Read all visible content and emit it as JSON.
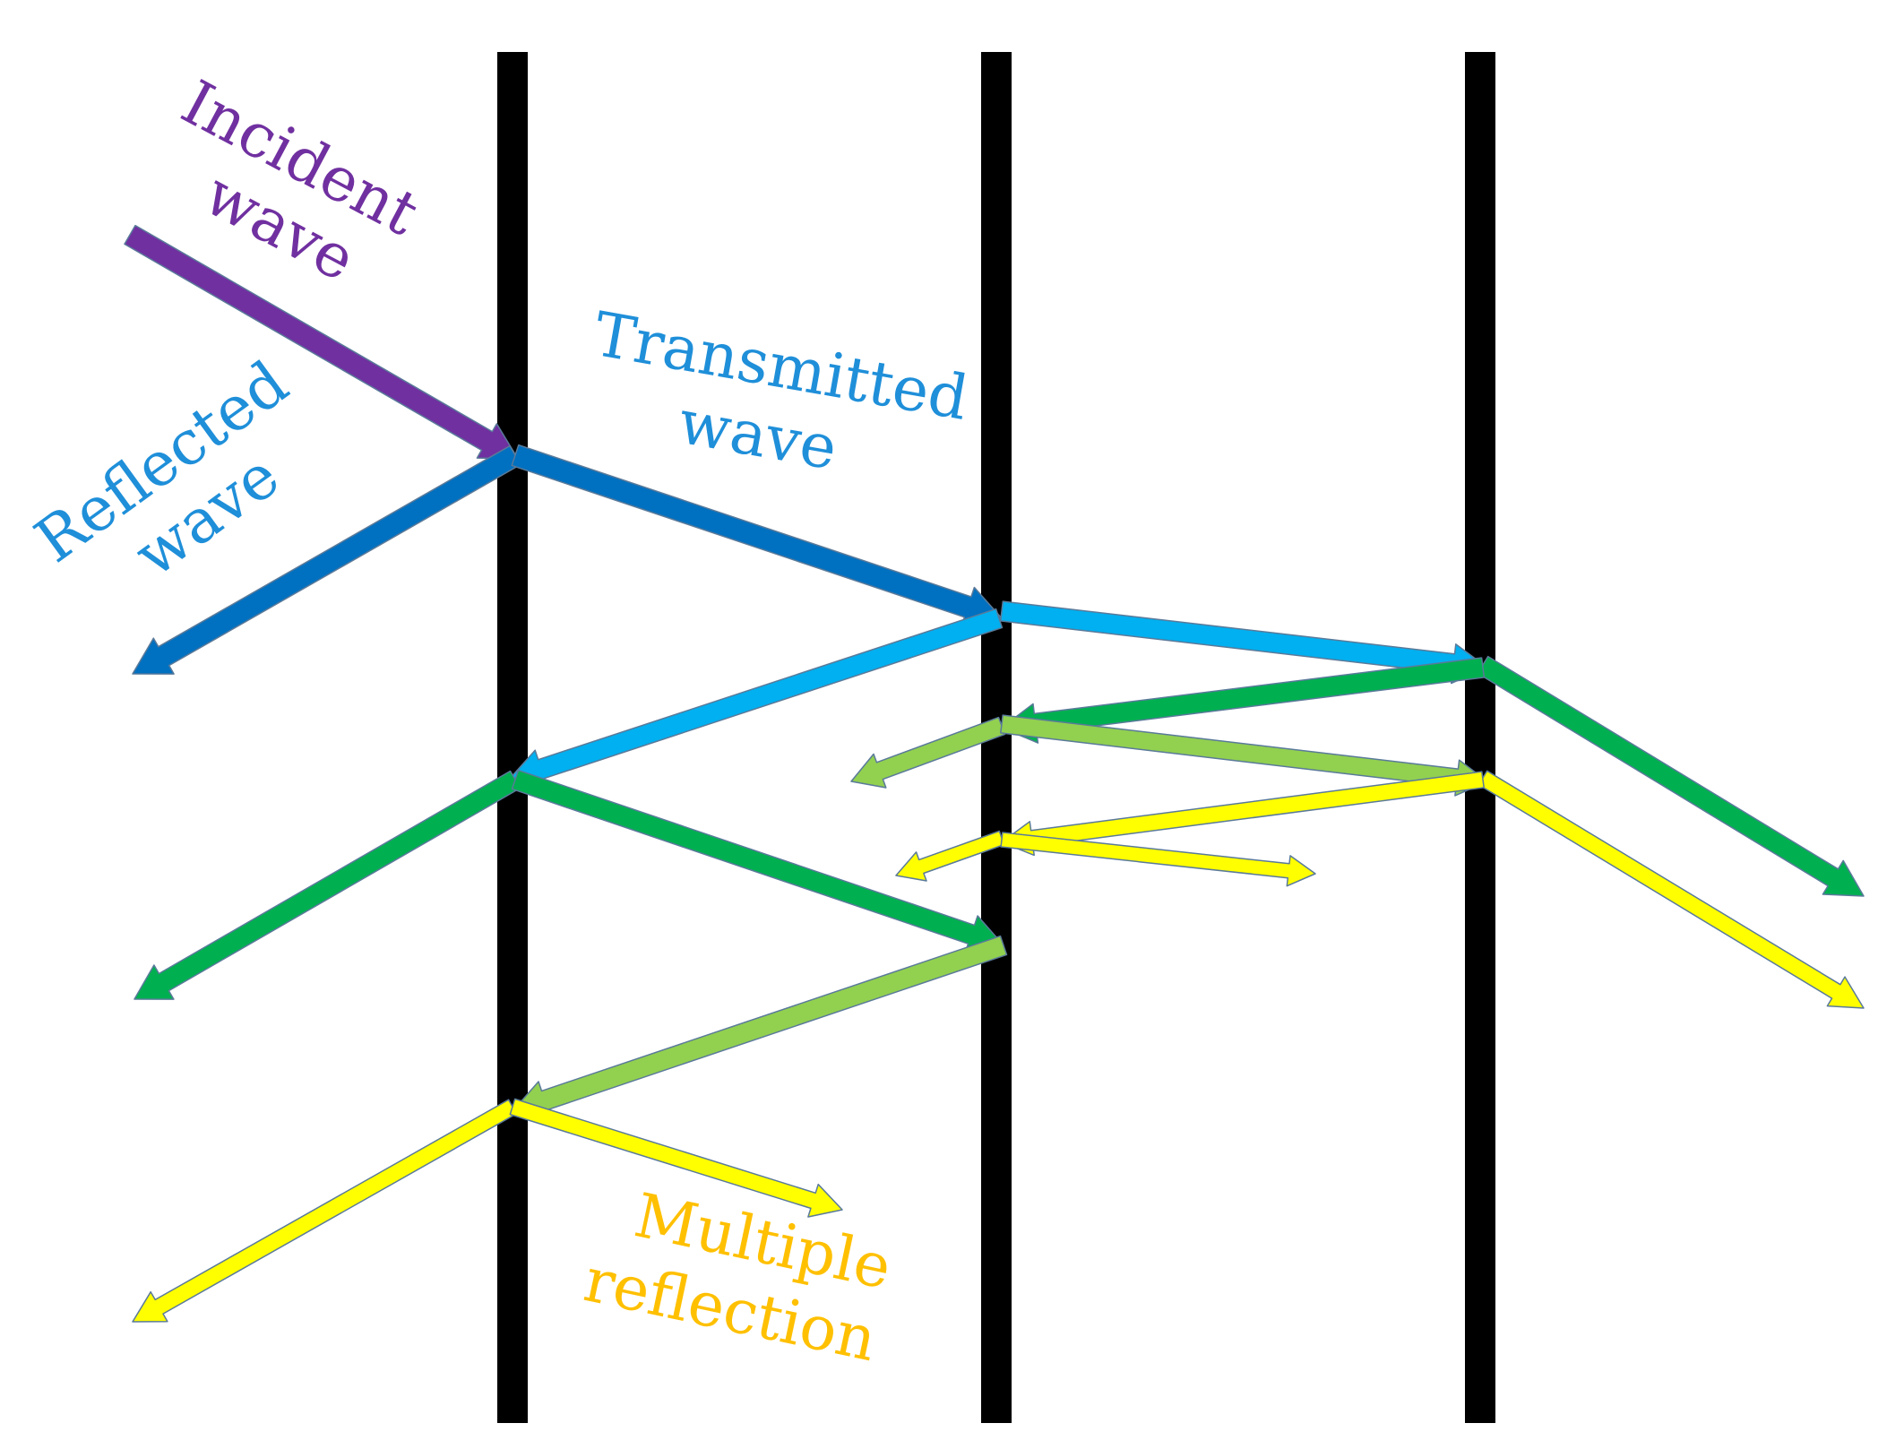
{
  "colors": {
    "barrier": "#000000",
    "incident": "#7030A0",
    "reflected": "#0070C0",
    "transmitted": "#0070C0",
    "cyan": "#00B0F0",
    "green": "#00B050",
    "light_green": "#92D050",
    "yellow": "#FFFF00",
    "multiple_label": "#FFC000",
    "label_purple": "#7030A0",
    "label_blue": "#1F8FD9",
    "outline": "#5A7A9A"
  },
  "labels": {
    "incident": [
      "Incident",
      "wave"
    ],
    "reflected": [
      "Reflected",
      "wave"
    ],
    "transmitted": [
      "Transmitted",
      "wave"
    ],
    "multiple": [
      "Multiple",
      "reflection"
    ]
  },
  "barriers": [
    "barrier-1",
    "barrier-2",
    "barrier-3"
  ],
  "arrows": [
    {
      "name": "incident-wave-arrow",
      "color": "incident",
      "head": "end"
    },
    {
      "name": "reflected-wave-arrow",
      "color": "reflected",
      "head": "end"
    },
    {
      "name": "transmitted-wave-arrow",
      "color": "transmitted",
      "head": "end"
    },
    {
      "name": "cyan-transmitted-arrow",
      "color": "cyan",
      "head": "end"
    },
    {
      "name": "cyan-reflected-arrow",
      "color": "cyan",
      "head": "end"
    },
    {
      "name": "green-transmitted-out-arrow",
      "color": "green",
      "head": "end"
    },
    {
      "name": "green-reflected-arrow",
      "color": "green",
      "head": "end"
    },
    {
      "name": "light-green-reflected-out-arrow",
      "color": "light_green",
      "head": "end"
    },
    {
      "name": "light-green-transmitted-arrow",
      "color": "light_green",
      "head": "end"
    },
    {
      "name": "yellow-transmitted-out-arrow",
      "color": "yellow",
      "head": "end"
    },
    {
      "name": "yellow-reflected-arrow",
      "color": "yellow",
      "head": "end"
    },
    {
      "name": "yellow-short-reflected-arrow",
      "color": "yellow",
      "head": "end"
    },
    {
      "name": "yellow-short-transmitted-arrow",
      "color": "yellow",
      "head": "end"
    },
    {
      "name": "green-left-out-arrow",
      "color": "green",
      "head": "end"
    },
    {
      "name": "green-transmitted-arrow",
      "color": "green",
      "head": "end"
    },
    {
      "name": "light-green-reflected-arrow",
      "color": "light_green",
      "head": "end"
    },
    {
      "name": "yellow-left-out-arrow",
      "color": "yellow",
      "head": "end"
    },
    {
      "name": "yellow-right-arrow",
      "color": "yellow",
      "head": "end"
    }
  ]
}
